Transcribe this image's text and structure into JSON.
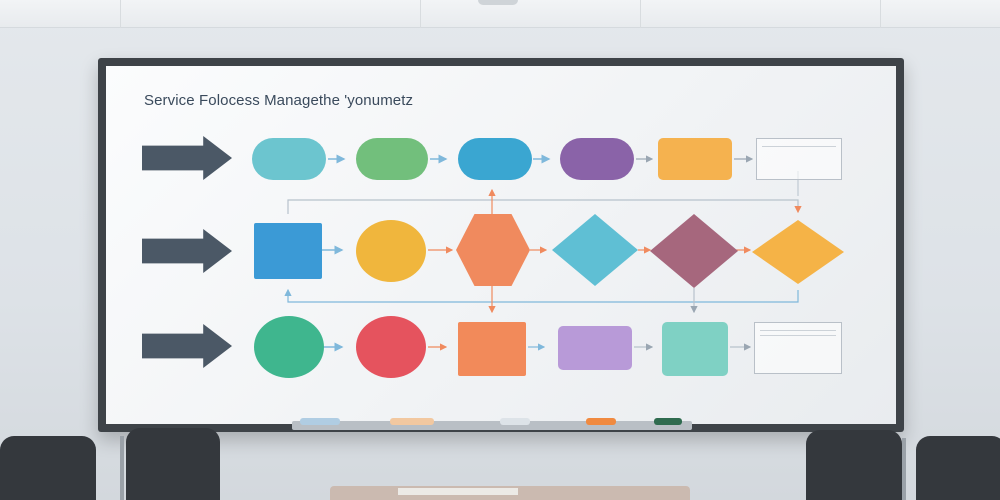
{
  "board": {
    "title": "Service Folocess Managethe 'yonumetz"
  },
  "rows": [
    {
      "start_arrow": "",
      "shapes": [
        {
          "name": "process-1",
          "label": "",
          "color": "#6cc5cf"
        },
        {
          "name": "process-2",
          "label": "",
          "color": "#72bf7c"
        },
        {
          "name": "process-3",
          "label": "",
          "color": "#3aa6d1"
        },
        {
          "name": "process-4",
          "label": "",
          "color": "#8a63a8"
        },
        {
          "name": "process-5",
          "label": "",
          "color": "#f5b24f"
        }
      ]
    },
    {
      "start_arrow": "",
      "shapes": [
        {
          "name": "process-6",
          "label": "",
          "color": "#3b9ad6"
        },
        {
          "name": "decision-1",
          "label": "",
          "color": "#f0b63d"
        },
        {
          "name": "decision-2",
          "label": "",
          "color": "#f08a5e"
        },
        {
          "name": "decision-3",
          "label": "",
          "color": "#5fbfd4"
        },
        {
          "name": "decision-4",
          "label": "",
          "color": "#a6677d"
        },
        {
          "name": "decision-5",
          "label": "",
          "color": "#f5b347"
        }
      ]
    },
    {
      "start_arrow": "",
      "shapes": [
        {
          "name": "process-7",
          "label": "",
          "color": "#3fb68e"
        },
        {
          "name": "process-8",
          "label": "",
          "color": "#e5535e"
        },
        {
          "name": "process-9",
          "label": "",
          "color": "#f28a5a"
        },
        {
          "name": "process-10",
          "label": "",
          "color": "#b89ad8"
        },
        {
          "name": "process-11",
          "label": "",
          "color": "#7fd1c4"
        }
      ]
    }
  ],
  "legends": {
    "top": [
      "",
      ""
    ],
    "bottom": [
      "",
      "",
      ""
    ]
  },
  "colors": {
    "start_arrow": "#4b5866",
    "connector": "#7fb8db",
    "accent_arrow": "#f08a5e"
  }
}
